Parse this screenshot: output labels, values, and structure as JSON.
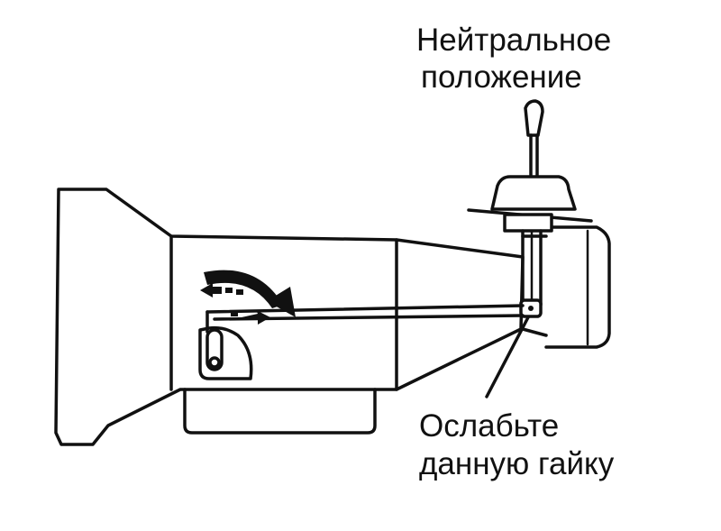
{
  "labels": {
    "neutral_line1": "Нейтральное",
    "neutral_line2": "положение",
    "nut_line1": "Ослабьте",
    "nut_line2": "данную гайку"
  }
}
